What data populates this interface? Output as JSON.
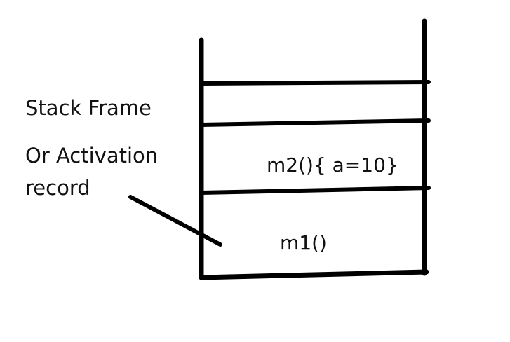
{
  "labels": {
    "stack_frame": "Stack Frame",
    "or_activation": "Or Activation",
    "record": "record"
  },
  "stack": {
    "frames": [
      {
        "label": ""
      },
      {
        "label": "m2(){ a=10}"
      },
      {
        "label": "m1()"
      }
    ]
  },
  "colors": {
    "line": "#000000",
    "text": "#111111",
    "background": "#ffffff"
  }
}
